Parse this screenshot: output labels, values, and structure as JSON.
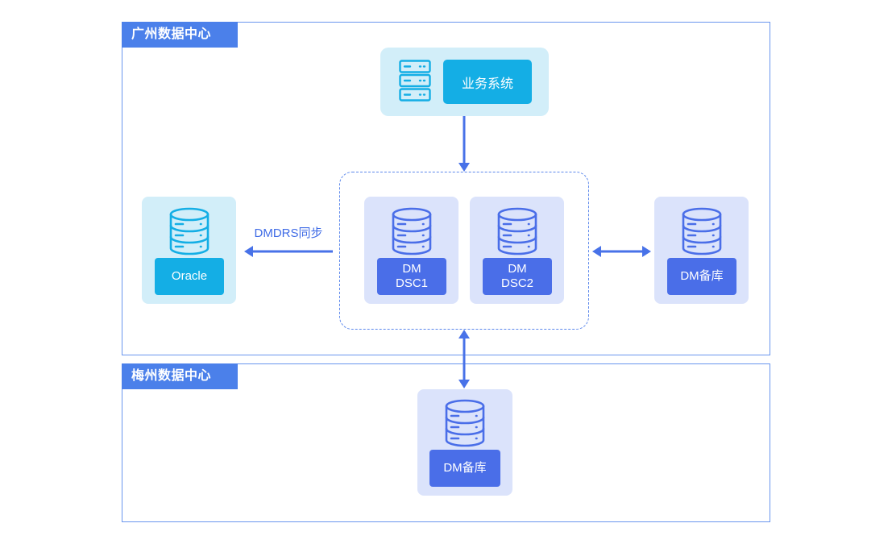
{
  "regions": [
    {
      "title": "广州数据中心"
    },
    {
      "title": "梅州数据中心"
    }
  ],
  "business_system": {
    "icon": "server-icon",
    "label": "业务系统"
  },
  "cluster": {
    "nodes": [
      {
        "icon": "database-icon",
        "label_lines": [
          "DM",
          "DSC1"
        ]
      },
      {
        "icon": "database-icon",
        "label_lines": [
          "DM",
          "DSC2"
        ]
      }
    ]
  },
  "oracle": {
    "icon": "database-icon",
    "label": "Oracle"
  },
  "sync_link": {
    "label": "DMDRS同步"
  },
  "guangzhou_standby": {
    "icon": "database-icon",
    "label": "DM备库"
  },
  "meizhou_standby": {
    "icon": "database-icon",
    "label": "DM备库"
  },
  "colors": {
    "region_border": "#6a96ee",
    "region_tab": "#4b80ea",
    "cyan_panel": "#d2eef9",
    "cyan_accent": "#14aee5",
    "lavender_panel": "#dbe3fb",
    "blue_accent": "#4a6ee8",
    "arrow": "#4872e8",
    "dashed_border": "#5c88ec",
    "label_text": "#3f6be6"
  }
}
